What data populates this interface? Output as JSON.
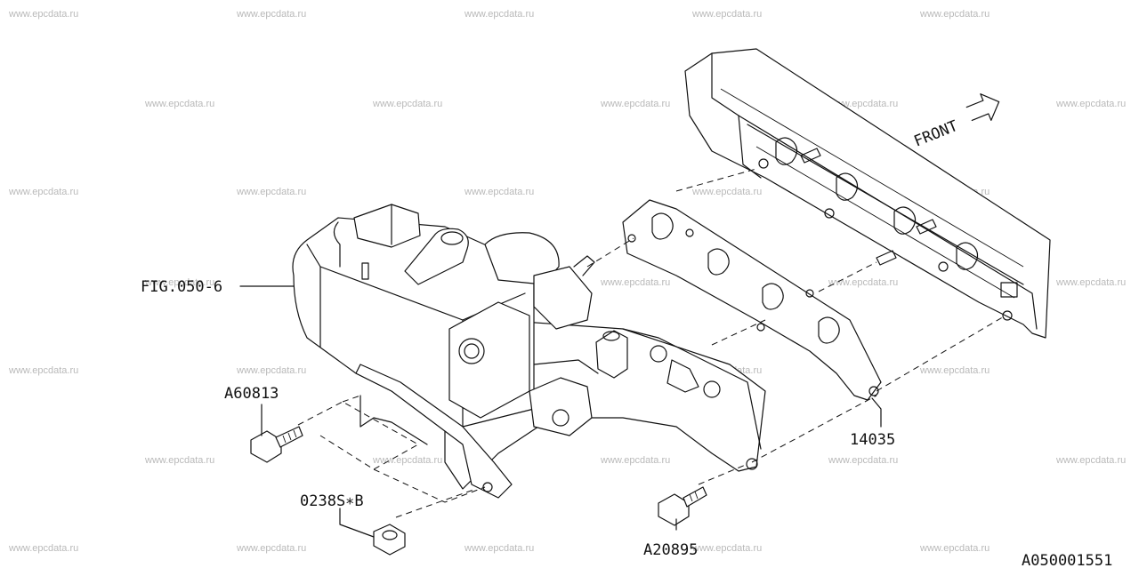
{
  "watermark": "www.epcdata.ru",
  "labels": {
    "fig_ref": "FIG.050-6",
    "bolt_a60813": "A60813",
    "nut_0238s": "0238S∗B",
    "gasket_14035": "14035",
    "bolt_a20895": "A20895",
    "front": "FRONT",
    "figure_code": "A050001551"
  }
}
